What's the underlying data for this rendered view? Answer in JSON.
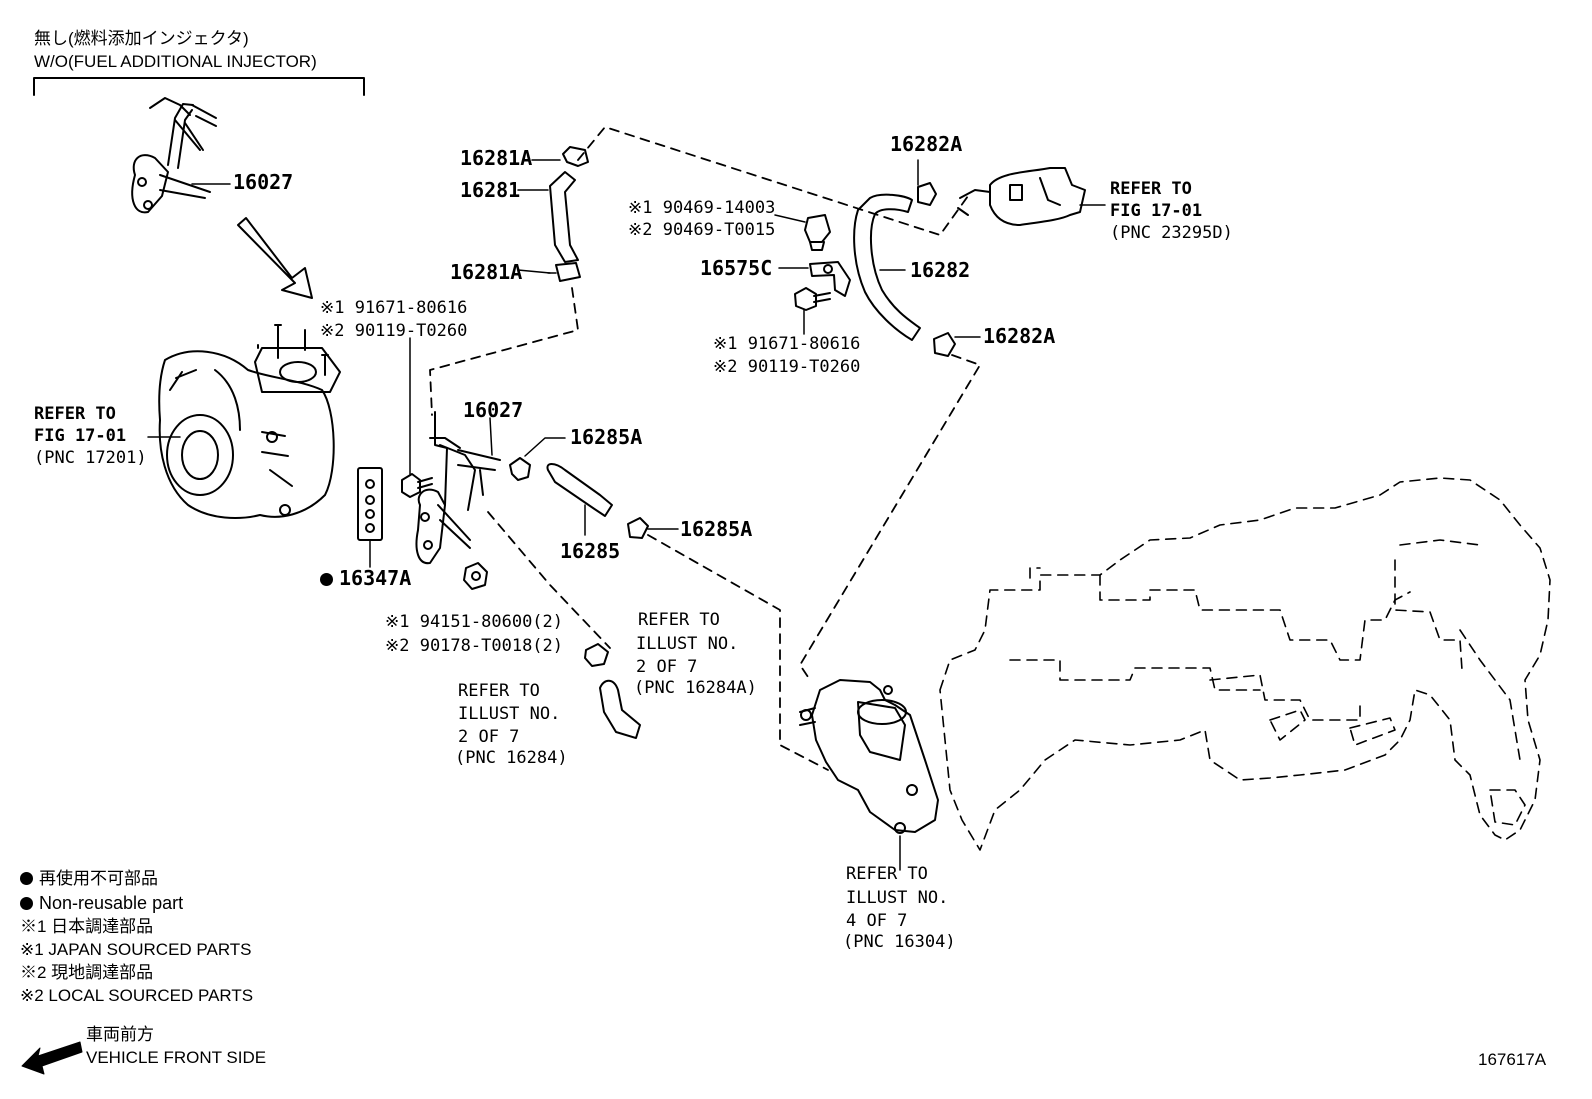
{
  "header": {
    "jp": "無し(燃料添加インジェクタ)",
    "en": "W/O(FUEL ADDITIONAL INJECTOR)"
  },
  "parts": {
    "p16027_top": "16027",
    "p16027_mid": "16027",
    "p16281A_top": "16281A",
    "p16281": "16281",
    "p16281A_bottom": "16281A",
    "p16282A_top": "16282A",
    "p16282": "16282",
    "p16282A_right": "16282A",
    "p16575C": "16575C",
    "p16285A_top": "16285A",
    "p16285": "16285",
    "p16285A_bottom": "16285A",
    "p16347A": "16347A",
    "bolt_left_1": "※1 91671-80616",
    "bolt_left_2": "※2 90119-T0260",
    "bolt_right_1": "※1 91671-80616",
    "bolt_right_2": "※2 90119-T0260",
    "clip_1": "※1 90469-14003",
    "clip_2": "※2 90469-T0015",
    "nut_1": "※1 94151-80600(2)",
    "nut_2": "※2 90178-T0018(2)"
  },
  "refs": {
    "turbo": [
      "REFER TO",
      "FIG 17-01",
      "(PNC 17201)"
    ],
    "top_right": [
      "REFER TO",
      "FIG 17-01",
      "(PNC 23295D)"
    ],
    "illust_a": [
      "REFER TO",
      "ILLUST NO.",
      "2 OF 7",
      "(PNC 16284A)"
    ],
    "illust_b": [
      "REFER TO",
      "ILLUST NO.",
      "2 OF 7",
      "(PNC 16284)"
    ],
    "illust_c": [
      "REFER TO",
      "ILLUST NO.",
      "4 OF 7",
      "(PNC 16304)"
    ]
  },
  "legend": {
    "nonreusable_jp": "再使用不可部品",
    "nonreusable_en": "Non-reusable part",
    "japan_jp": "※1 日本調達部品",
    "japan_en": "※1 JAPAN SOURCED PARTS",
    "local_jp": "※2 現地調達部品",
    "local_en": "※2 LOCAL SOURCED PARTS",
    "front_jp": "車両前方",
    "front_en": "VEHICLE FRONT SIDE"
  },
  "figure_id": "167617A"
}
